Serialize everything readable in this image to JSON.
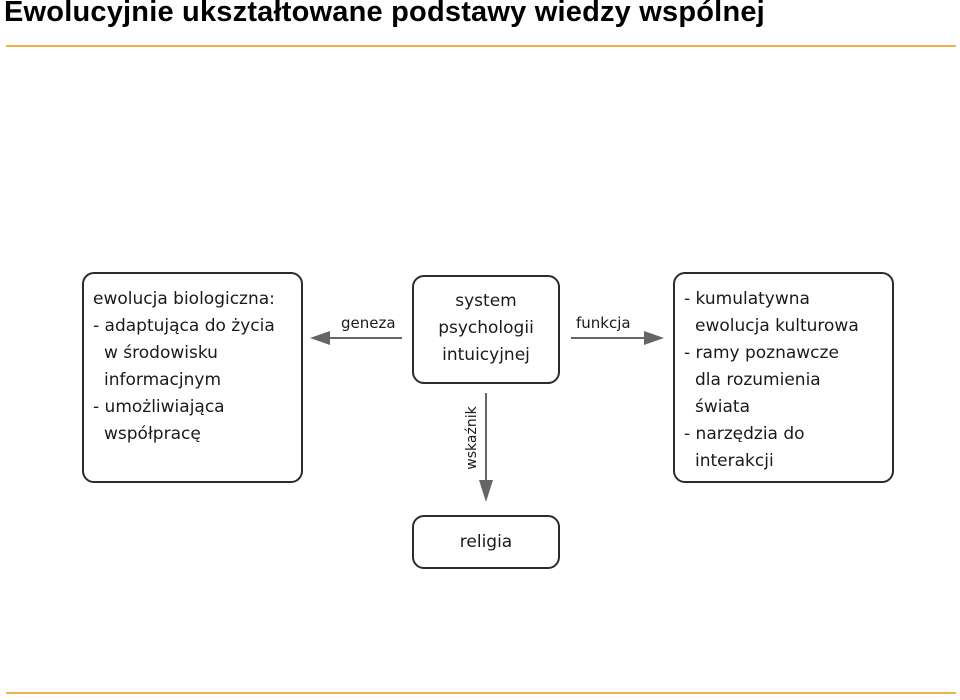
{
  "slide": {
    "title": "Ewolucyjnie ukształtowane podstawy wiedzy wspólnej"
  },
  "colors": {
    "accent_rule": "#f0b24a",
    "box_border": "#2b2b2b",
    "arrow": "#666666",
    "text": "#1a1a1a"
  },
  "diagram": {
    "left_box": {
      "lines": [
        {
          "text": "ewolucja biologiczna:",
          "indent": false
        },
        {
          "text": "- adaptująca do życia",
          "indent": false
        },
        {
          "text": "w środowisku",
          "indent": true
        },
        {
          "text": "informacjnym",
          "indent": true
        },
        {
          "text": "- umożliwiająca",
          "indent": false
        },
        {
          "text": "współpracę",
          "indent": true
        }
      ]
    },
    "center_box": {
      "lines": [
        "system",
        "psychologii",
        "intuicyjnej"
      ]
    },
    "right_box": {
      "lines": [
        {
          "text": "- kumulatywna",
          "indent": false
        },
        {
          "text": "ewolucja kulturowa",
          "indent": true
        },
        {
          "text": "- ramy poznawcze",
          "indent": false
        },
        {
          "text": "dla rozumienia",
          "indent": true
        },
        {
          "text": "świata",
          "indent": true
        },
        {
          "text": "- narzędzia do",
          "indent": false
        },
        {
          "text": "interakcji",
          "indent": true
        }
      ]
    },
    "bottom_box": {
      "label": "religia"
    },
    "edges": {
      "geneza": "geneza",
      "funkcja": "funkcja",
      "wskaznik": "wskaźnik"
    }
  }
}
